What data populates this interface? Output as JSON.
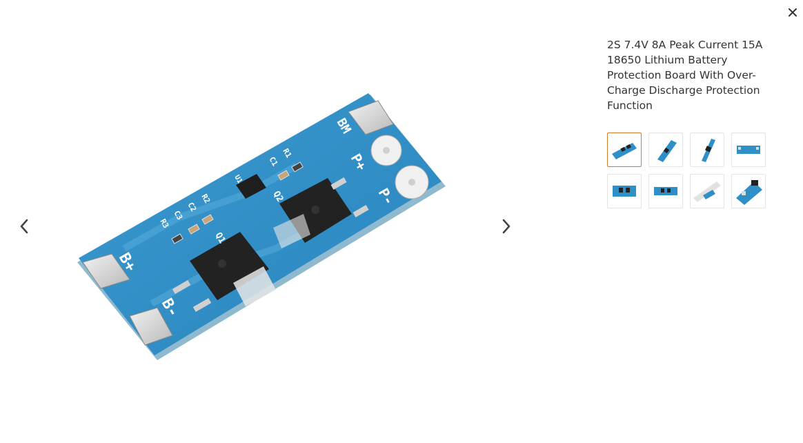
{
  "product": {
    "title": "2S 7.4V 8A Peak Current 15A 18650 Lithium Battery Protection Board With Over-Charge Discharge Protection Function"
  },
  "board_labels": {
    "b_plus": "B+",
    "b_minus": "B-",
    "p_plus": "P+",
    "p_minus": "P-",
    "bm": "BM",
    "q1": "Q1",
    "q2": "Q2",
    "r3": "R3",
    "c3": "C3",
    "c2": "C2",
    "r2": "R2",
    "c1": "C1",
    "r1": "R1",
    "u1": "U1"
  },
  "navigation": {
    "prev_icon": "chevron-left-icon",
    "next_icon": "chevron-right-icon",
    "close_icon": "close-icon"
  },
  "thumbnails": [
    {
      "name": "thumbnail-1",
      "active": true
    },
    {
      "name": "thumbnail-2",
      "active": false
    },
    {
      "name": "thumbnail-3",
      "active": false
    },
    {
      "name": "thumbnail-4",
      "active": false
    },
    {
      "name": "thumbnail-5",
      "active": false
    },
    {
      "name": "thumbnail-6",
      "active": false
    },
    {
      "name": "thumbnail-7",
      "active": false
    },
    {
      "name": "thumbnail-8",
      "active": false
    }
  ],
  "colors": {
    "pcb_blue": "#2f8fc7",
    "active_border": "#d57c2e",
    "text": "#333333"
  }
}
